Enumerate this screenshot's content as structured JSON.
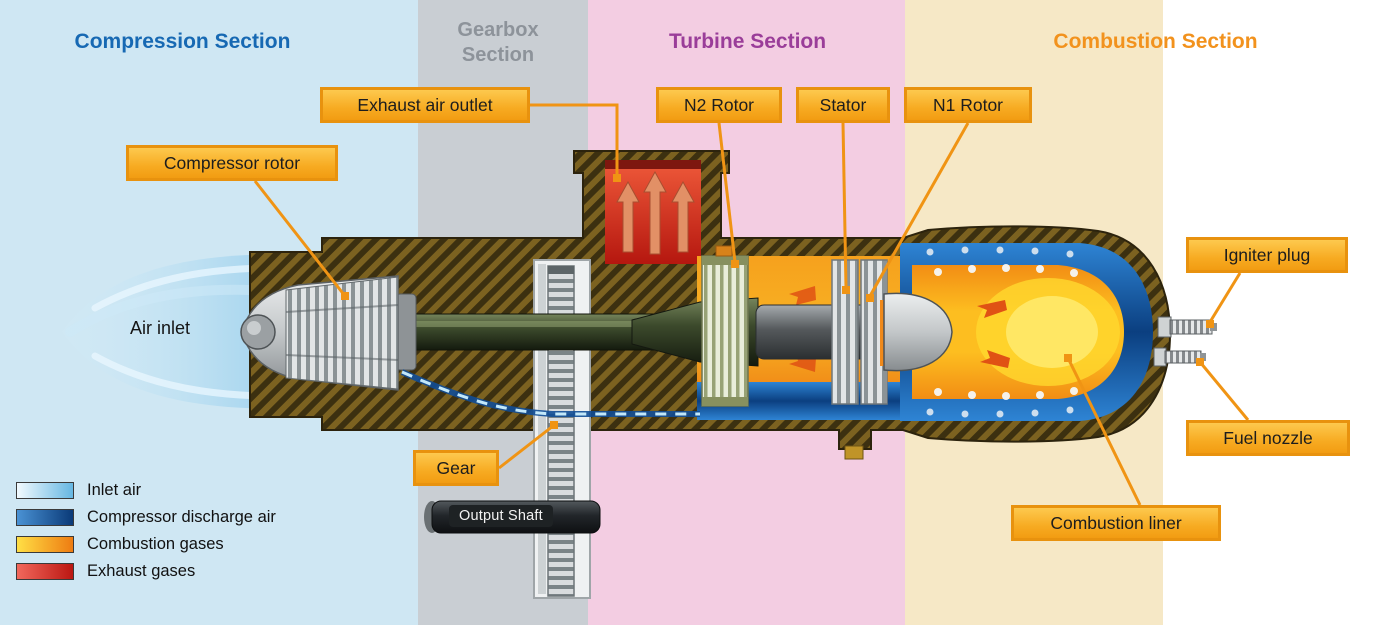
{
  "sections": {
    "compression": {
      "label": "Compression Section",
      "title_color": "#1769b3",
      "band_color": "#cfe7f3"
    },
    "gearbox": {
      "label": "Gearbox Section",
      "title_color": "#8d939a",
      "band_color": "#c9ced3"
    },
    "turbine": {
      "label": "Turbine Section",
      "title_color": "#9a3d99",
      "band_color": "#f3cde2"
    },
    "combustion": {
      "label": "Combustion Section",
      "title_color": "#f2921d",
      "band_color": "#f6e8c6"
    }
  },
  "callouts": {
    "exhaust_air_outlet": {
      "label": "Exhaust air outlet"
    },
    "compressor_rotor": {
      "label": "Compressor rotor"
    },
    "n2_rotor": {
      "label": "N2 Rotor"
    },
    "stator": {
      "label": "Stator"
    },
    "n1_rotor": {
      "label": "N1 Rotor"
    },
    "igniter_plug": {
      "label": "Igniter plug"
    },
    "fuel_nozzle": {
      "label": "Fuel nozzle"
    },
    "combustion_liner": {
      "label": "Combustion liner"
    },
    "gear": {
      "label": "Gear"
    }
  },
  "annotations": {
    "air_inlet": "Air inlet",
    "output_shaft": "Output Shaft"
  },
  "legend": {
    "items": [
      {
        "label": "Inlet air",
        "swatch": [
          "#f2fafe",
          "#66b7e2"
        ]
      },
      {
        "label": "Compressor discharge air",
        "swatch": [
          "#4a92d4",
          "#0a3a78"
        ]
      },
      {
        "label": "Combustion gases",
        "swatch": [
          "#ffdf45",
          "#ee7c12"
        ]
      },
      {
        "label": "Exhaust gases",
        "swatch": [
          "#f2685c",
          "#bb1712"
        ]
      }
    ]
  },
  "style_colors": {
    "callout_fill_top": "#fdc94e",
    "callout_fill_bottom": "#f29c12",
    "callout_border": "#e8920e",
    "leader_line": "#f09414",
    "casing_brown": "#7c6220",
    "exhaust_red": "#c01c18",
    "flame_yellow": "#ffe23c",
    "discharge_blue": "#0b3f80"
  }
}
